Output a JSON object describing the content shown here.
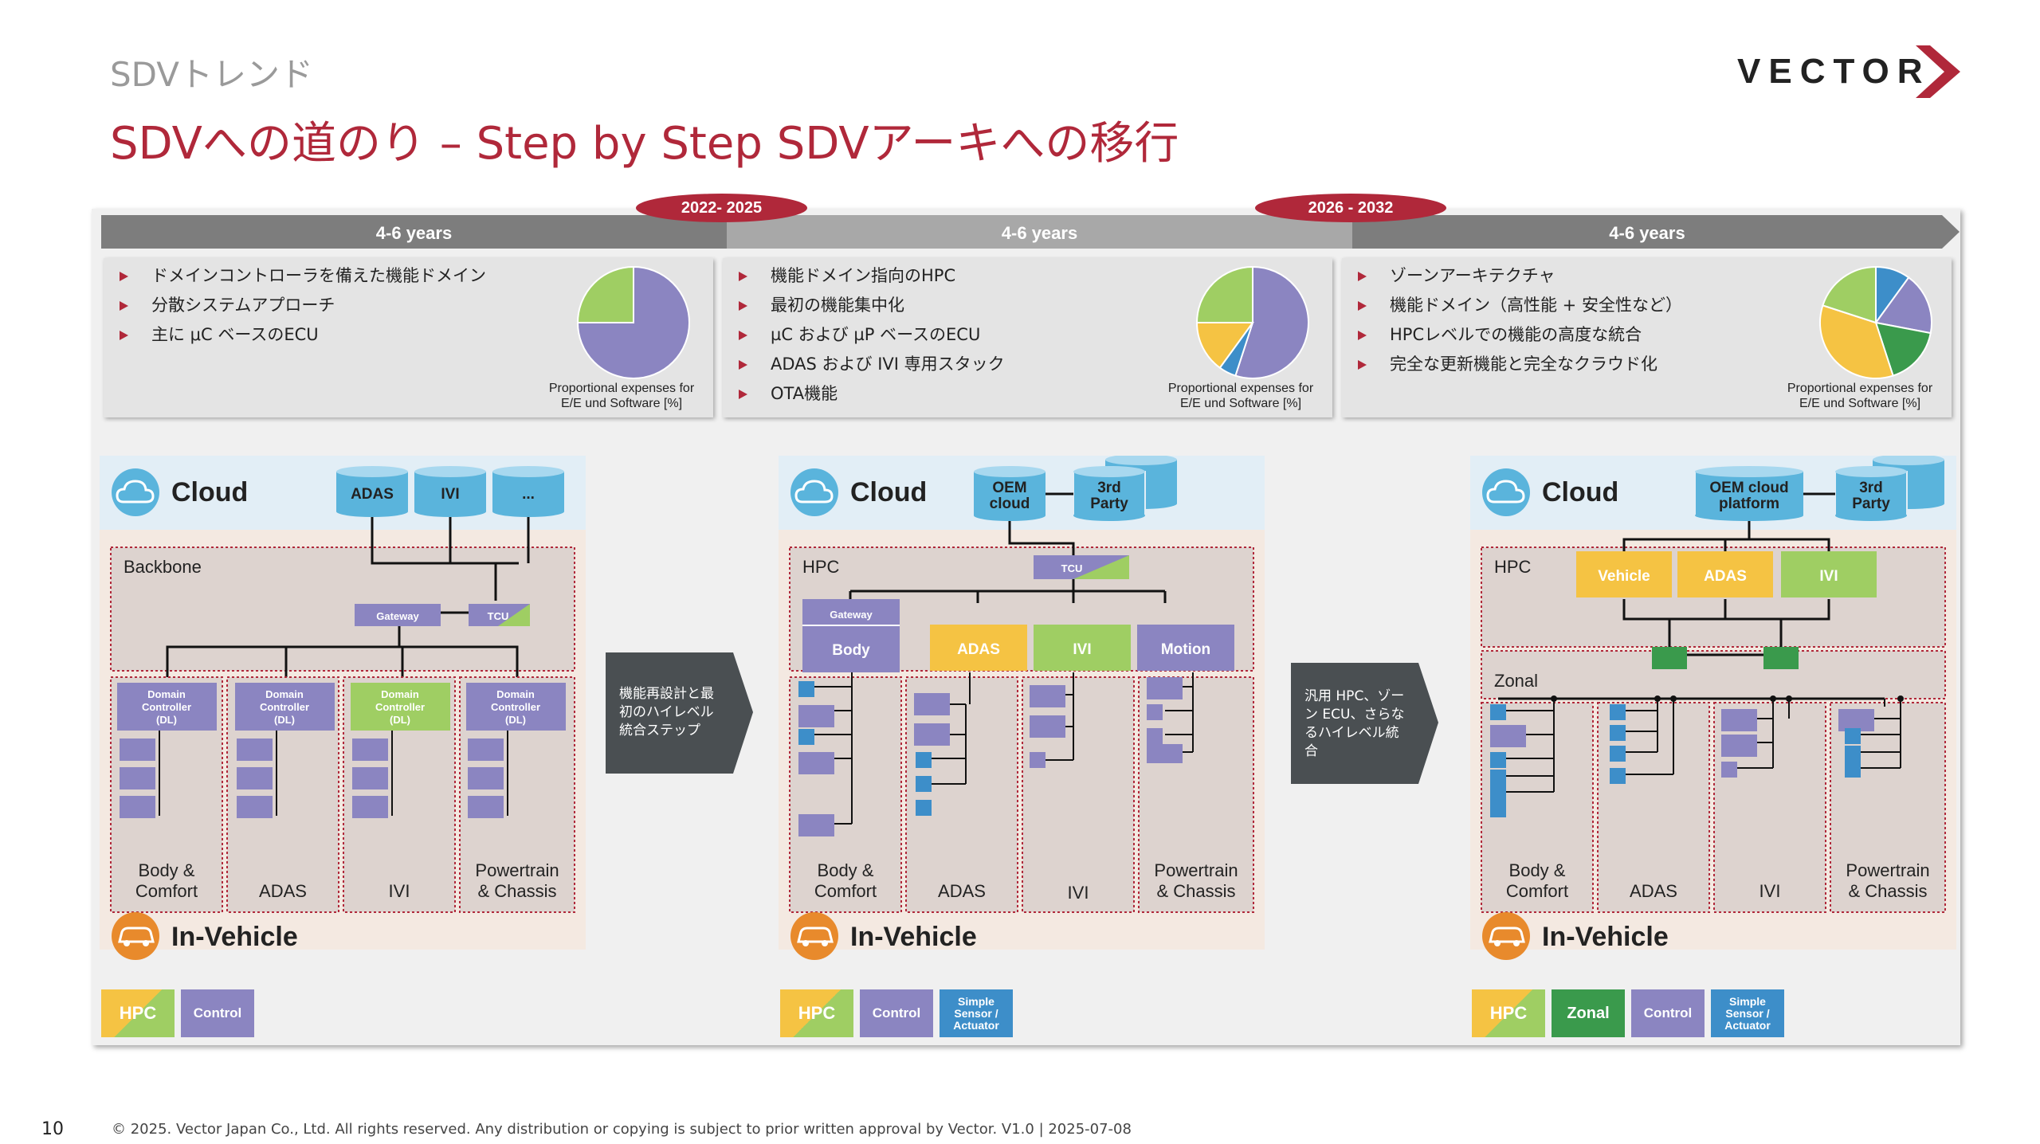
{
  "header": {
    "section_label": "SDVトレンド",
    "title": "SDVへの道のり – Step by Step SDVアーキへの移行",
    "logo_text": "VECTOR"
  },
  "timeline": {
    "phases": [
      "4-6 years",
      "4-6 years",
      "4-6 years"
    ],
    "markers": [
      "2022- 2025",
      "2026 - 2032"
    ]
  },
  "info_boxes": [
    {
      "bullets": [
        "ドメインコントローラを備えた機能ドメイン",
        "分散システムアプローチ",
        "主に μC ベースのECU"
      ],
      "pie_caption": [
        "Proportional expenses for",
        "E/E und Software [%]"
      ],
      "pie_slices": [
        {
          "value": 75,
          "color": "#8b85c1"
        },
        {
          "value": 25,
          "color": "#9fce63"
        }
      ]
    },
    {
      "bullets": [
        "機能ドメイン指向のHPC",
        "最初の機能集中化",
        "µC および µP ベースのECU",
        "ADAS および IVI 専用スタック",
        "OTA機能"
      ],
      "pie_caption": [
        "Proportional expenses for",
        "E/E und Software [%]"
      ],
      "pie_slices": [
        {
          "value": 55,
          "color": "#8b85c1"
        },
        {
          "value": 5,
          "color": "#3d8ec9"
        },
        {
          "value": 15,
          "color": "#f5c343"
        },
        {
          "value": 25,
          "color": "#9fce63"
        }
      ]
    },
    {
      "bullets": [
        "ゾーンアーキテクチャ",
        "機能ドメイン（高性能 + 安全性など）",
        "HPCレベルでの機能の高度な統合",
        "完全な更新機能と完全なクラウド化"
      ],
      "pie_caption": [
        "Proportional expenses for",
        "E/E und Software [%]"
      ],
      "pie_slices": [
        {
          "value": 10,
          "color": "#3d8ec9"
        },
        {
          "value": 18,
          "color": "#8b85c1"
        },
        {
          "value": 17,
          "color": "#3a9a4c"
        },
        {
          "value": 35,
          "color": "#f5c343"
        },
        {
          "value": 20,
          "color": "#9fce63"
        }
      ]
    }
  ],
  "diagrams": [
    {
      "cloud_label": "Cloud",
      "cloud_items": [
        "ADAS",
        "IVI",
        "..."
      ],
      "zone_label": "Backbone",
      "gateway_label": "Gateway",
      "tcu_label": "TCU",
      "dc_label": [
        "Domain",
        "Controller",
        "(DL)"
      ],
      "domains": [
        [
          "Body &",
          "Comfort"
        ],
        [
          "ADAS"
        ],
        [
          "IVI"
        ],
        [
          "Powertrain",
          "& Chassis"
        ]
      ],
      "vehicle_label": "In-Vehicle"
    },
    {
      "cloud_label": "Cloud",
      "cloud_items": [
        [
          "OEM",
          "cloud"
        ],
        [
          "3rd",
          "Party"
        ]
      ],
      "zone_label": "HPC",
      "tcu_label": "TCU",
      "gateway_label": "Gateway",
      "hpc_items": [
        "Body",
        "ADAS",
        "IVI",
        "Motion"
      ],
      "domains": [
        [
          "Body &",
          "Comfort"
        ],
        [
          "ADAS"
        ],
        [
          "IVI"
        ],
        [
          "Powertrain",
          "& Chassis"
        ]
      ],
      "vehicle_label": "In-Vehicle"
    },
    {
      "cloud_label": "Cloud",
      "cloud_items": [
        [
          "OEM cloud",
          "platform"
        ],
        [
          "3rd",
          "Party"
        ]
      ],
      "zone_label": "HPC",
      "hpc_items": [
        "Vehicle",
        "ADAS",
        "IVI"
      ],
      "zonal_label": "Zonal",
      "domains": [
        [
          "Body &",
          "Comfort"
        ],
        [
          "ADAS"
        ],
        [
          "IVI"
        ],
        [
          "Powertrain",
          "& Chassis"
        ]
      ],
      "vehicle_label": "In-Vehicle"
    }
  ],
  "transitions": [
    [
      "機能再設計と最",
      "初のハイレベル",
      "統合ステップ"
    ],
    [
      "汎用 HPC、ゾー",
      "ン ECU、さらな",
      "るハイレベル統",
      "合"
    ]
  ],
  "legends": [
    [
      "HPC",
      "Control"
    ],
    [
      "HPC",
      "Control",
      "Simple Sensor / Actuator"
    ],
    [
      "HPC",
      "Zonal",
      "Control",
      "Simple Sensor / Actuator"
    ]
  ],
  "colors": {
    "brand_red": "#b0283a",
    "hpc_yellow": "#f5c343",
    "hpc_green": "#9fce63",
    "control_purple": "#8b85c1",
    "sensor_blue": "#3d8ec9",
    "zonal_green": "#3a9a4c",
    "cloud_blue": "#5ab4dc",
    "vehicle_orange": "#e88a2c"
  },
  "footer": {
    "page_number": "10",
    "copyright": "© 2025. Vector Japan Co., Ltd. All rights reserved. Any distribution or copying is subject to prior written approval by Vector. V1.0 | 2025-07-08"
  }
}
